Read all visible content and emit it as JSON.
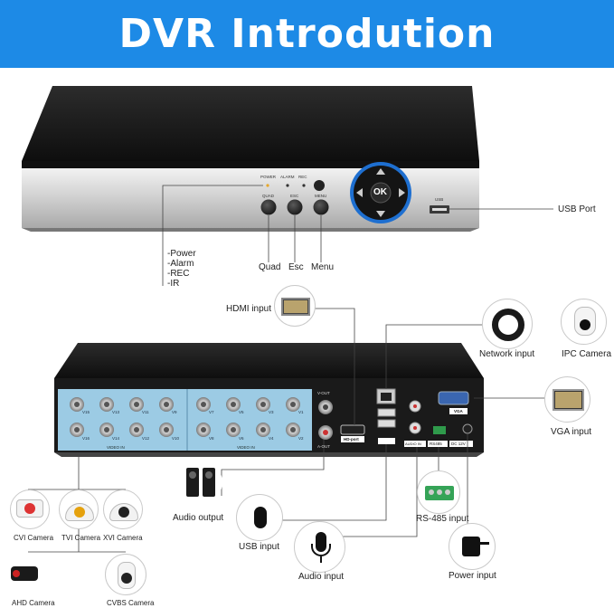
{
  "title": "DVR Introdution",
  "colors": {
    "banner": "#1d8ae6",
    "port_blue": "#9ccbe4",
    "ok_ring": "#1e6fd0"
  },
  "front": {
    "led_labels": [
      "POWER",
      "ALARM",
      "REC"
    ],
    "button_labels": [
      "QUAD",
      "ESC",
      "MENU"
    ],
    "ok_label": "OK",
    "usb_small": "USB",
    "callouts": {
      "indicators": [
        "-Power",
        "-Alarm",
        "-REC",
        "-IR"
      ],
      "quad": "Quad",
      "esc": "Esc",
      "menu": "Menu",
      "usb_port": "USB Port"
    }
  },
  "rear": {
    "video_in": [
      "VIDEO IN",
      "VIDEO IN"
    ],
    "bnc_top_left": [
      "V15",
      "V13",
      "V11",
      "V9"
    ],
    "bnc_bottom_left": [
      "V16",
      "V14",
      "V12",
      "V10"
    ],
    "bnc_top_right": [
      "V7",
      "V5",
      "V3",
      "V1"
    ],
    "bnc_bottom_right": [
      "V8",
      "V6",
      "V4",
      "V2"
    ],
    "v_out": "V-OUT",
    "a_out": "A-OUT",
    "hd_port": "HD-port",
    "audio_in": "AUDIO IN",
    "vga": "VGA",
    "rs485": "RS485",
    "dc12v": "DC 12V"
  },
  "callouts": {
    "hdmi_input": "HDMI input",
    "network_input": "Network input",
    "ipc_camera": "IPC Camera",
    "vga_input": "VGA input",
    "audio_output": "Audio output",
    "usb_input": "USB input",
    "audio_input": "Audio input",
    "rs485_input": "RS-485 input",
    "power_input": "Power input"
  },
  "cameras": [
    "CVI Camera",
    "TVI Camera",
    "XVI Camera",
    "AHD Camera",
    "CVBS Camera"
  ]
}
